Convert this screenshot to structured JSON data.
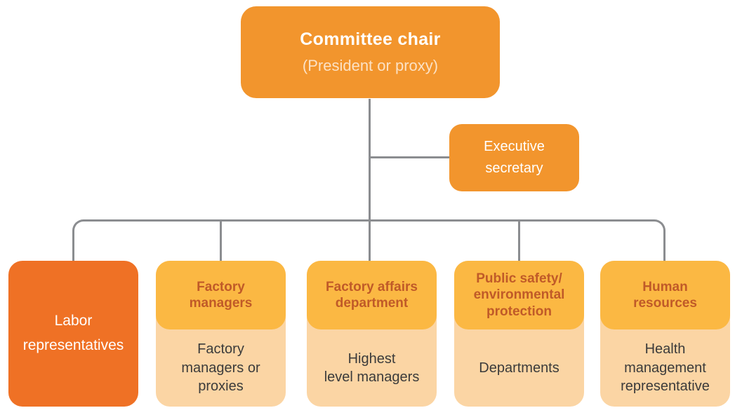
{
  "colors": {
    "primary_orange": "#F2952D",
    "labor_orange": "#EF7125",
    "header_gold": "#FBB843",
    "body_peach": "#FBD5A4",
    "header_text": "#C05A28",
    "body_text": "#3B3B3B",
    "connector_gray": "#8B8D90"
  },
  "org_chart": {
    "root": {
      "title": "Committee chair",
      "subtitle": "(President or proxy)"
    },
    "assistant": {
      "label": "Executive\nsecretary"
    },
    "children": [
      {
        "label": "Labor\nrepresentatives"
      },
      {
        "header": "Factory\nmanagers",
        "body": "Factory\nmanagers or\nproxies"
      },
      {
        "header": "Factory affairs\ndepartment",
        "body": "Highest\nlevel managers"
      },
      {
        "header": "Public safety/\nenvironmental\nprotection",
        "body": "Departments"
      },
      {
        "header": "Human\nresources",
        "body": "Health\nmanagement\nrepresentative"
      }
    ]
  }
}
